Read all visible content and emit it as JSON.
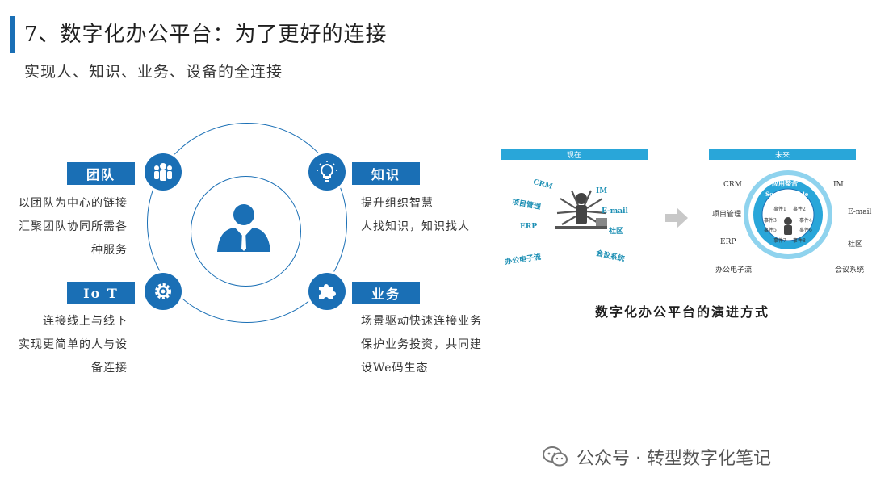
{
  "header": {
    "title": "7、数字化办公平台：为了更好的连接",
    "subtitle": "实现人、知识、业务、设备的全连接"
  },
  "nodes": {
    "team": {
      "label": "团队",
      "icon": "team-icon",
      "desc": [
        "以团队为中心的链接",
        "汇聚团队协同所需各",
        "种服务"
      ]
    },
    "knowledge": {
      "label": "知识",
      "icon": "lightbulb-icon",
      "desc": [
        "提升组织智慧",
        "人找知识，知识找人"
      ]
    },
    "iot": {
      "label": "Io T",
      "icon": "gear-icon",
      "desc": [
        "连接线上与线下",
        "实现更简单的人与设",
        "备连接"
      ]
    },
    "business": {
      "label": "业务",
      "icon": "puzzle-icon",
      "desc": [
        "场景驱动快速连接业务",
        "保护业务投资，共同建",
        "设We码生态"
      ]
    }
  },
  "evolution": {
    "now_header": "现在",
    "future_header": "未来",
    "now_labels": {
      "crm": "CRM",
      "im": "IM",
      "project": "项目管理",
      "email": "E-mail",
      "erp": "ERP",
      "community": "社区",
      "office_flow": "办公电子流",
      "meeting": "会议系统"
    },
    "future_labels": {
      "crm": "CRM",
      "im": "IM",
      "project": "项目管理",
      "email": "E-mail",
      "erp": "ERP",
      "community": "社区",
      "office_flow": "办公电子流",
      "meeting": "会议系统",
      "app_hub": "应用整合",
      "social": "Social Enable",
      "event1": "事件1",
      "event2": "事件2",
      "event3": "事件3",
      "event4": "事件4",
      "event5": "事件5",
      "event6": "事件6",
      "event7": "事件7",
      "event8": "事件8"
    },
    "caption": "数字化办公平台的演进方式"
  },
  "watermark": {
    "text": "公众号 · 转型数字化笔记"
  },
  "colors": {
    "primary": "#1a6fb5",
    "light_blue": "#29a6d9",
    "teal": "#1c8fb4"
  }
}
